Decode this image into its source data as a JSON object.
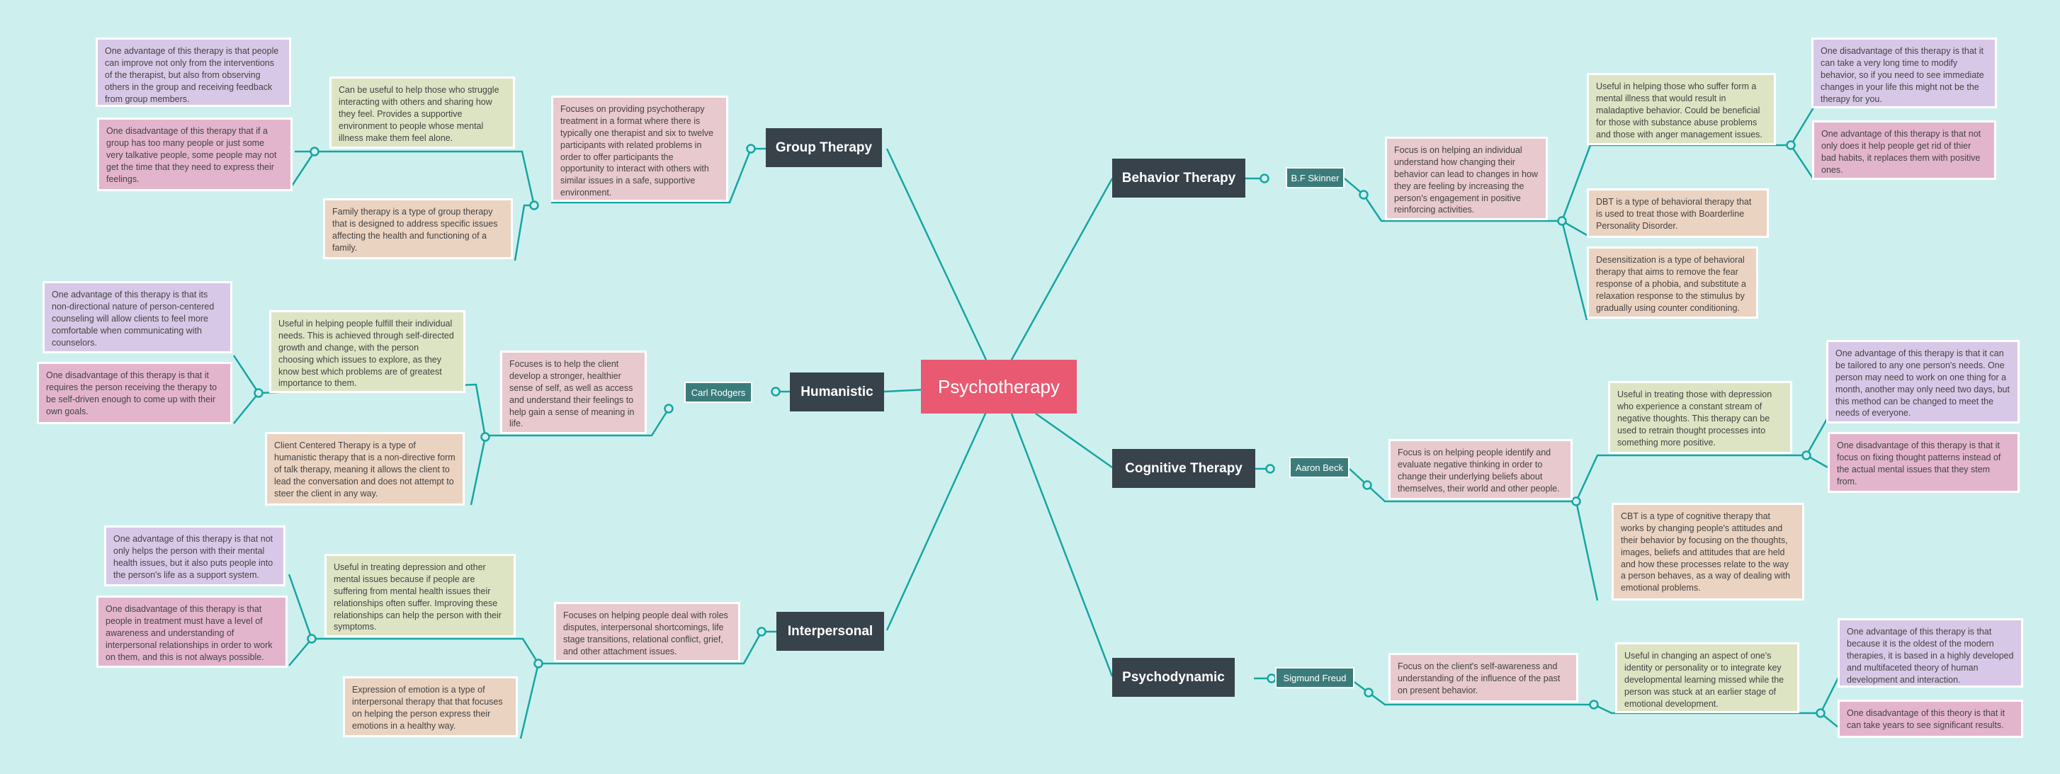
{
  "title": "Psychotherapy",
  "branches": {
    "group": {
      "label": "Group Therapy",
      "desc": "Focuses on providing psychotherapy treatment in a format where there is typically one therapist and six to twelve participants with related problems in order to offer  participants the opportunity to interact with others with similar issues in a safe, supportive environment.",
      "use": "Can be useful to help those who struggle interacting with others and sharing how they feel. Provides a supportive environment to people whose mental illness make them feel alone.",
      "adv": "One advantage of this therapy is that people can improve not only from the interventions of the therapist, but also from observing others in the group and receiving feedback from group members.",
      "dis": "One disadvantage of this therapy that if a group has too many people or just some very talkative people, some people may not get the time that they need to express their feelings.",
      "type": "Family therapy is a type of group therapy that  is designed to address specific issues affecting the health and functioning of a family."
    },
    "humanistic": {
      "label": "Humanistic",
      "person": "Carl Rodgers",
      "desc": "Focuses is to help the client develop a stronger, healthier sense of self, as well as access and understand their feelings to help gain a sense of meaning in life.",
      "use": "Useful in helping people fulfill their individual needs. This is achieved through self-directed growth and change, with the person choosing which issues to explore, as they know best which problems are of greatest importance to them.",
      "adv": "One advantage of this therapy is that its non-directional nature of person-centered counseling will allow clients to feel more comfortable when communicating with counselors.",
      "dis": "One disadvantage of this therapy is that it requires the person receiving the therapy to be self-driven enough to come up with their own goals.",
      "type": "Client Centered Therapy is a type of humanistic therapy that is a non-directive form of talk therapy, meaning it allows the client to lead the conversation and does not attempt to steer the client in any way."
    },
    "interpersonal": {
      "label": "Interpersonal",
      "desc": "Focuses on helping people deal with roles disputes, interpersonal shortcomings, life stage transitions, relational conflict, grief, and other attachment issues.",
      "use": "Useful in treating depression and other mental issues because if people are suffering from mental health issues their relationships often suffer. Improving these relationships can help the person with their symptoms.",
      "adv": "One advantage of this therapy is that not only helps the person with their mental health issues, but it also puts people into the person's life as a support system.",
      "dis": "One disadvantage of this therapy is that people in treatment must have a level of awareness and understanding of interpersonal relationships in order to work on them, and this is not always possible.",
      "type": "Expression of emotion is a type of interpersonal therapy that that focuses on helping the person express their emotions in a healthy way."
    },
    "behavior": {
      "label": "Behavior Therapy",
      "person": "B.F Skinner",
      "desc": "Focus is on helping an individual understand how changing their behavior can lead to changes in how they are feeling by increasing the person's engagement in positive reinforcing activities.",
      "use": "Useful in helping those who suffer form a mental illness that would result in maladaptive behavior. Could be beneficial for those with substance abuse problems and those with anger management issues.",
      "dis": "One disadvantage of this therapy is that it can take a very long time to modify behavior, so if you need to see immediate changes in your life this might not be the therapy for you.",
      "adv": "One advantage of this therapy is that not only does it help people get rid of thier bad habits, it replaces them with positive ones.",
      "type1": "DBT is a type of behavioral therapy that is used to treat those with Boarderline Personality Disorder.",
      "type2": "Desensitization is a type of behavioral therapy that aims to remove the fear response of a phobia, and substitute a relaxation response to the stimulus by gradually using counter conditioning."
    },
    "cognitive": {
      "label": "Cognitive Therapy",
      "person": "Aaron Beck",
      "desc": "Focus is on helping people identify and evaluate negative thinking in order to change their underlying beliefs about themselves, their world and other people.",
      "use": "Useful in treating those with depression who experience a constant stream of negative thoughts. This therapy can be used to retrain thought processes into something more positive.",
      "adv": "One advantage of this therapy is that it can be tailored to any one person's needs. One person may need to work on one thing for a month, another may only need two days, but this method can be changed to meet the needs of everyone.",
      "dis": "One disadvantage of this therapy is that it focus on fixing thought patterns instead of the actual mental issues that they stem from.",
      "type": "CBT is a type of cognitive therapy that works by changing people's attitudes and their behavior by focusing on the thoughts, images, beliefs and attitudes that are held and how these processes relate to the way a person behaves, as a way of dealing with emotional problems."
    },
    "psychodynamic": {
      "label": "Psychodynamic",
      "person": "Sigmund Freud",
      "desc": "Focus on the client's self-awareness and understanding of the influence of the past on present behavior.",
      "use": "Useful in changing an aspect of one's identity or personality or to integrate key developmental learning missed while the person was stuck at an earlier stage of emotional development.",
      "adv": "One advantage of this therapy is that because it is the oldest of the modern therapies, it is based in a highly developed and multifaceted theory of human development and interaction.",
      "dis": "One disadvantage of this theory is that it can take years to see significant results."
    }
  }
}
